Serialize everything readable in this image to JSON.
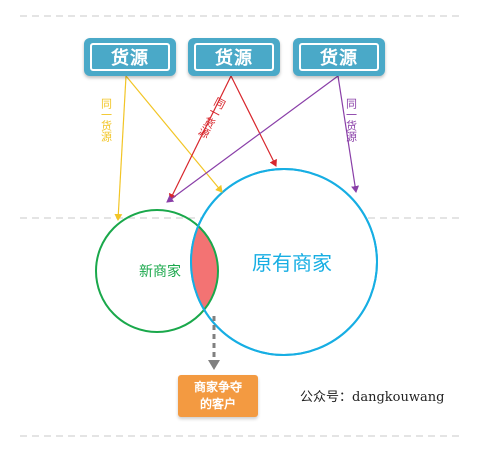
{
  "sources": [
    {
      "label": "货源"
    },
    {
      "label": "货源"
    },
    {
      "label": "货源"
    }
  ],
  "edge_labels": {
    "yellow": "同一货源",
    "red": "同一货源",
    "purple": "同一货源"
  },
  "circles": {
    "new": {
      "label": "新商家",
      "color": "#1aa84b"
    },
    "existing": {
      "label": "原有商家",
      "color": "#17aee3"
    }
  },
  "overlap_color": "#f37373",
  "contested": {
    "line1": "商家争夺",
    "line2": "的客户"
  },
  "watermark": "公众号：dangkouwang",
  "colors": {
    "source_box": "#4aa9c8",
    "arrow_yellow": "#f2c526",
    "arrow_red": "#d8262c",
    "arrow_purple": "#8a3fa8",
    "contested_box": "#f39a41",
    "dashed": "#808080"
  }
}
